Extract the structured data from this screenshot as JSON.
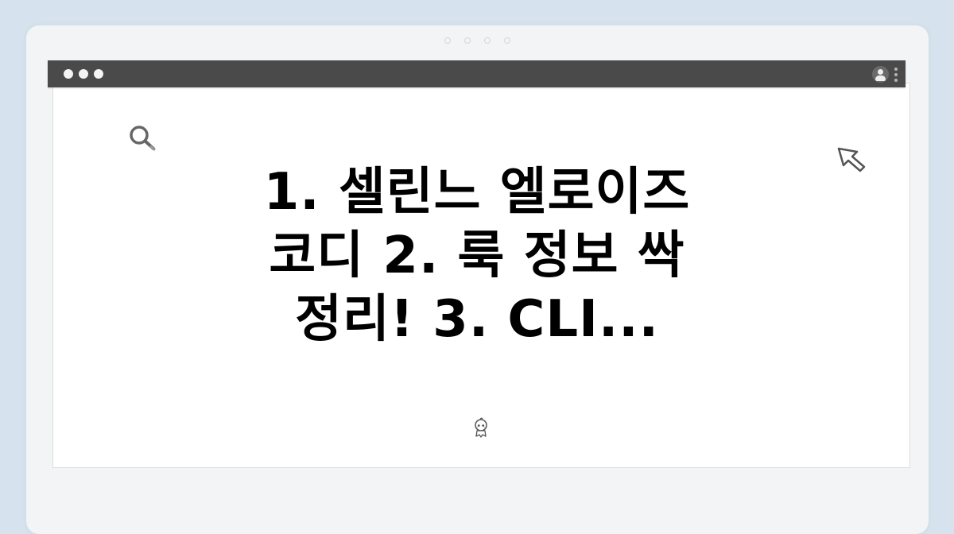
{
  "window": {
    "pager_dots": 4,
    "window_controls": [
      "dot",
      "dot",
      "dot"
    ],
    "icons": {
      "profile": "user-avatar-icon",
      "menu": "kebab-menu-icon",
      "search": "magnifier-icon",
      "cursor": "arrow-cursor-icon",
      "mascot": "mascot-icon"
    }
  },
  "headline": {
    "lines": [
      "1. 셀린느 엘로이즈",
      "코디 2. 룩 정보 싹",
      "정리! 3. CLI..."
    ]
  },
  "colors": {
    "background": "#d6e3ee",
    "card": "#f3f4f6",
    "browser_bar": "#4a4a4a",
    "content": "#ffffff",
    "text": "#000000"
  }
}
